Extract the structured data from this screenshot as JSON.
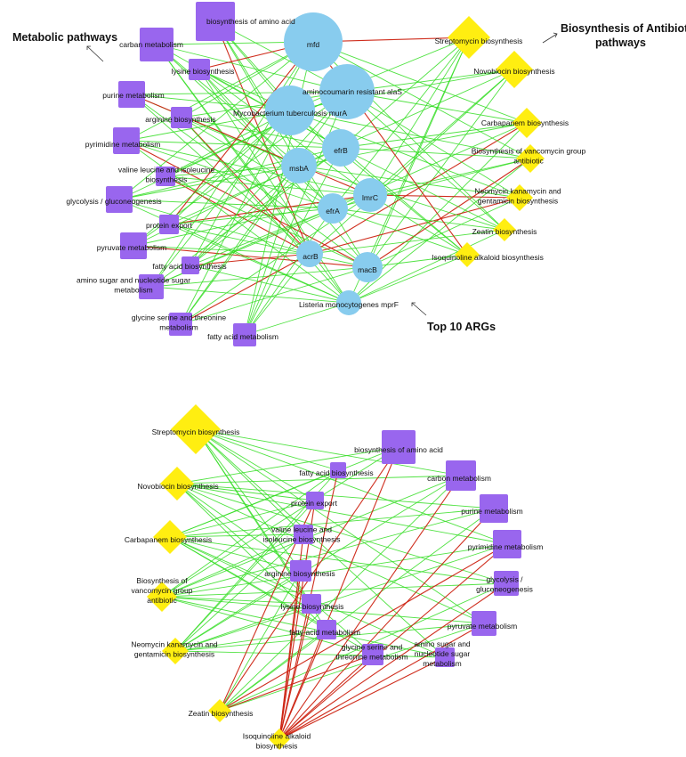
{
  "colors": {
    "metabolic": "#9966ee",
    "antibiotic": "#ffee11",
    "arg": "#88ccee",
    "edge_pos": "#33dd22",
    "edge_neg": "#cc2211"
  },
  "annotations": {
    "metabolic": "Metabolic pathways",
    "antibiotic_line1": "Biosynthesis of Antibiotic",
    "antibiotic_line2": "pathways",
    "args": "Top 10 ARGs"
  },
  "network_top": {
    "nodes": [
      {
        "id": "t_aa",
        "type": "metabolic",
        "lines": [
          "biosynthesis of amino acid"
        ]
      },
      {
        "id": "t_carbon",
        "type": "metabolic",
        "lines": [
          "carban metabolism"
        ]
      },
      {
        "id": "t_lysine",
        "type": "metabolic",
        "lines": [
          "lysine biosynthesis"
        ]
      },
      {
        "id": "t_purine",
        "type": "metabolic",
        "lines": [
          "purine metabolism"
        ]
      },
      {
        "id": "t_arginine",
        "type": "metabolic",
        "lines": [
          "arginine biosynthesis"
        ]
      },
      {
        "id": "t_pyrimidine",
        "type": "metabolic",
        "lines": [
          "pyrimidine metabolism"
        ]
      },
      {
        "id": "t_valine",
        "type": "metabolic",
        "lines": [
          "valine leucine and isoleucine",
          "biosynthesis"
        ]
      },
      {
        "id": "t_glyco",
        "type": "metabolic",
        "lines": [
          "glycolysis / gluconeogenesis"
        ]
      },
      {
        "id": "t_protein",
        "type": "metabolic",
        "lines": [
          "protein export"
        ]
      },
      {
        "id": "t_pyruvate",
        "type": "metabolic",
        "lines": [
          "pyruvate metabolism"
        ]
      },
      {
        "id": "t_fab",
        "type": "metabolic",
        "lines": [
          "fatty acid biosynthesis"
        ]
      },
      {
        "id": "t_aminosugar",
        "type": "metabolic",
        "lines": [
          "amino sugar and nucleotide sugar",
          "metabolism"
        ]
      },
      {
        "id": "t_gst",
        "type": "metabolic",
        "lines": [
          "glycine serine and threonine",
          "metabolism"
        ]
      },
      {
        "id": "t_fam",
        "type": "metabolic",
        "lines": [
          "fatty acid metabolism"
        ]
      },
      {
        "id": "t_strep",
        "type": "antibiotic",
        "lines": [
          "Streptomycin biosynthesis"
        ]
      },
      {
        "id": "t_novo",
        "type": "antibiotic",
        "lines": [
          "Novobiocin biosynthesis"
        ]
      },
      {
        "id": "t_carba",
        "type": "antibiotic",
        "lines": [
          "Carbapanem biosynthesis"
        ]
      },
      {
        "id": "t_vanco",
        "type": "antibiotic",
        "lines": [
          "Biosynthesis of vancomycin group",
          "antibiotic"
        ]
      },
      {
        "id": "t_neo",
        "type": "antibiotic",
        "lines": [
          "Neomycin kanamycin and",
          "gentamicin biosynthesis"
        ]
      },
      {
        "id": "t_zeatin",
        "type": "antibiotic",
        "lines": [
          "Zeatin biosynthesis"
        ]
      },
      {
        "id": "t_isoq",
        "type": "antibiotic",
        "lines": [
          "Isoquinoline alkaloid biosynthesis"
        ]
      },
      {
        "id": "t_mfd",
        "type": "arg",
        "lines": [
          "mfd"
        ]
      },
      {
        "id": "t_alas",
        "type": "arg",
        "lines": [
          "aminocoumarin resistant alaS"
        ]
      },
      {
        "id": "t_mura",
        "type": "arg",
        "lines": [
          "Mycobacterium tuberculosis murA"
        ]
      },
      {
        "id": "t_efrb",
        "type": "arg",
        "lines": [
          "efrB"
        ]
      },
      {
        "id": "t_msba",
        "type": "arg",
        "lines": [
          "msbA"
        ]
      },
      {
        "id": "t_lmrc",
        "type": "arg",
        "lines": [
          "lmrC"
        ]
      },
      {
        "id": "t_efra",
        "type": "arg",
        "lines": [
          "efrA"
        ]
      },
      {
        "id": "t_acrb",
        "type": "arg",
        "lines": [
          "acrB"
        ]
      },
      {
        "id": "t_macb",
        "type": "arg",
        "lines": [
          "macB"
        ]
      },
      {
        "id": "t_mprf",
        "type": "arg",
        "lines": [
          "Listeria monocytogenes mprF"
        ]
      }
    ]
  },
  "network_bottom": {
    "nodes": [
      {
        "id": "b_strep",
        "type": "antibiotic",
        "lines": [
          "Streptomycin biosynthesis"
        ]
      },
      {
        "id": "b_novo",
        "type": "antibiotic",
        "lines": [
          "Novobiocin biosynthesis"
        ]
      },
      {
        "id": "b_carba",
        "type": "antibiotic",
        "lines": [
          "Carbapanem biosynthesis"
        ]
      },
      {
        "id": "b_vanco",
        "type": "antibiotic",
        "lines": [
          "Biosynthesis of",
          "vancomycin group",
          "antibiotic"
        ]
      },
      {
        "id": "b_neo",
        "type": "antibiotic",
        "lines": [
          "Neomycin kanamycin and",
          "gentamicin biosynthesis"
        ]
      },
      {
        "id": "b_zeatin",
        "type": "antibiotic",
        "lines": [
          "Zeatin biosynthesis"
        ]
      },
      {
        "id": "b_isoq",
        "type": "antibiotic",
        "lines": [
          "Isoquinoline alkaloid",
          "biosynthesis"
        ]
      },
      {
        "id": "b_aa",
        "type": "metabolic",
        "lines": [
          "biosynthesis of amino acid"
        ]
      },
      {
        "id": "b_fab",
        "type": "metabolic",
        "lines": [
          "fatty acid biosynthesis"
        ]
      },
      {
        "id": "b_carbon",
        "type": "metabolic",
        "lines": [
          "carbon metabolism"
        ]
      },
      {
        "id": "b_protein",
        "type": "metabolic",
        "lines": [
          "protein export"
        ]
      },
      {
        "id": "b_purine",
        "type": "metabolic",
        "lines": [
          "purine metabolism"
        ]
      },
      {
        "id": "b_valine",
        "type": "metabolic",
        "lines": [
          "valine leucine and",
          "isoleucine biosynthesis"
        ]
      },
      {
        "id": "b_pyrimidine",
        "type": "metabolic",
        "lines": [
          "pyrimidine metabolism"
        ]
      },
      {
        "id": "b_arginine",
        "type": "metabolic",
        "lines": [
          "arginine biosynthesis"
        ]
      },
      {
        "id": "b_glyco",
        "type": "metabolic",
        "lines": [
          "glycolysis /",
          "gluconeogenesis"
        ]
      },
      {
        "id": "b_lysine",
        "type": "metabolic",
        "lines": [
          "lysine biosynthesis"
        ]
      },
      {
        "id": "b_pyruvate",
        "type": "metabolic",
        "lines": [
          "pyruvate metabolism"
        ]
      },
      {
        "id": "b_fam",
        "type": "metabolic",
        "lines": [
          "fatty acid metabolism"
        ]
      },
      {
        "id": "b_gst",
        "type": "metabolic",
        "lines": [
          "glycine serine and",
          "threonine metabolism"
        ]
      },
      {
        "id": "b_aminosugar",
        "type": "metabolic",
        "lines": [
          "amino sugar and",
          "nucleotide sugar",
          "metabolism"
        ]
      }
    ]
  }
}
